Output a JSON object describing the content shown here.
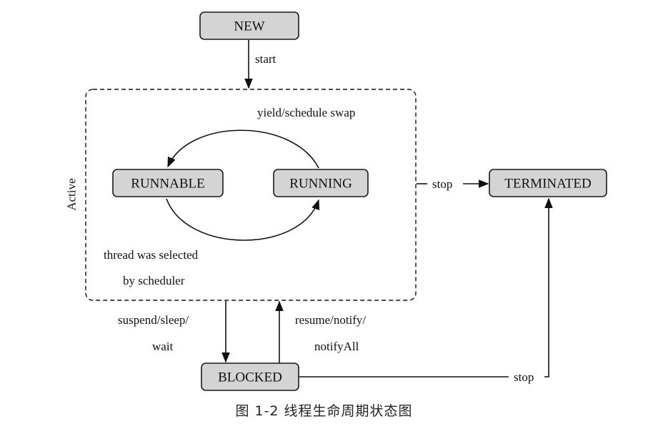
{
  "states": {
    "new": "NEW",
    "runnable": "RUNNABLE",
    "running": "RUNNING",
    "terminated": "TERMINATED",
    "blocked": "BLOCKED"
  },
  "group_label": "Active",
  "transitions": {
    "start": "start",
    "yield_swap": "yield/schedule swap",
    "selected_line1": "thread was selected",
    "selected_line2": "by scheduler",
    "stop_active": "stop",
    "suspend_line1": "suspend/sleep/",
    "suspend_line2": "wait",
    "resume_line1": "resume/notify/",
    "resume_line2": "notifyAll",
    "stop_blocked": "stop"
  },
  "caption": "图 1-2   线程生命周期状态图"
}
